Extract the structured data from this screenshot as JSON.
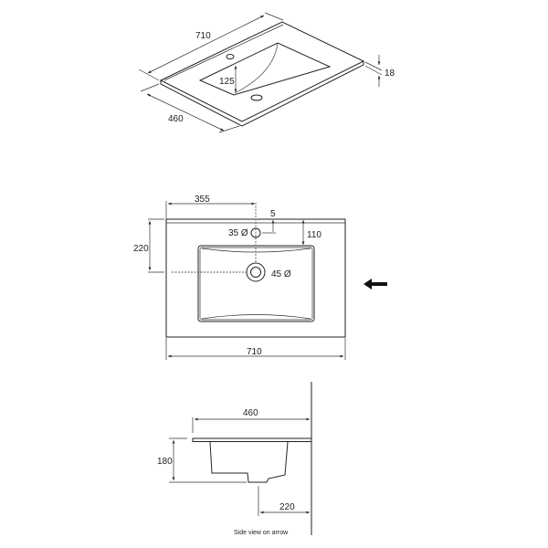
{
  "iso_view": {
    "width": "710",
    "depth": "460",
    "thickness": "18",
    "basin_offset": "125"
  },
  "top_view": {
    "tap_offset": "355",
    "edge_offset": "5",
    "tap_hole": "35 Ø",
    "basin_inset": "110",
    "drain_offset": "220",
    "drain_hole": "45 Ø",
    "width": "710"
  },
  "side_view": {
    "depth": "460",
    "height": "180",
    "drain_from_wall": "220",
    "caption": "Side view on arrow"
  }
}
